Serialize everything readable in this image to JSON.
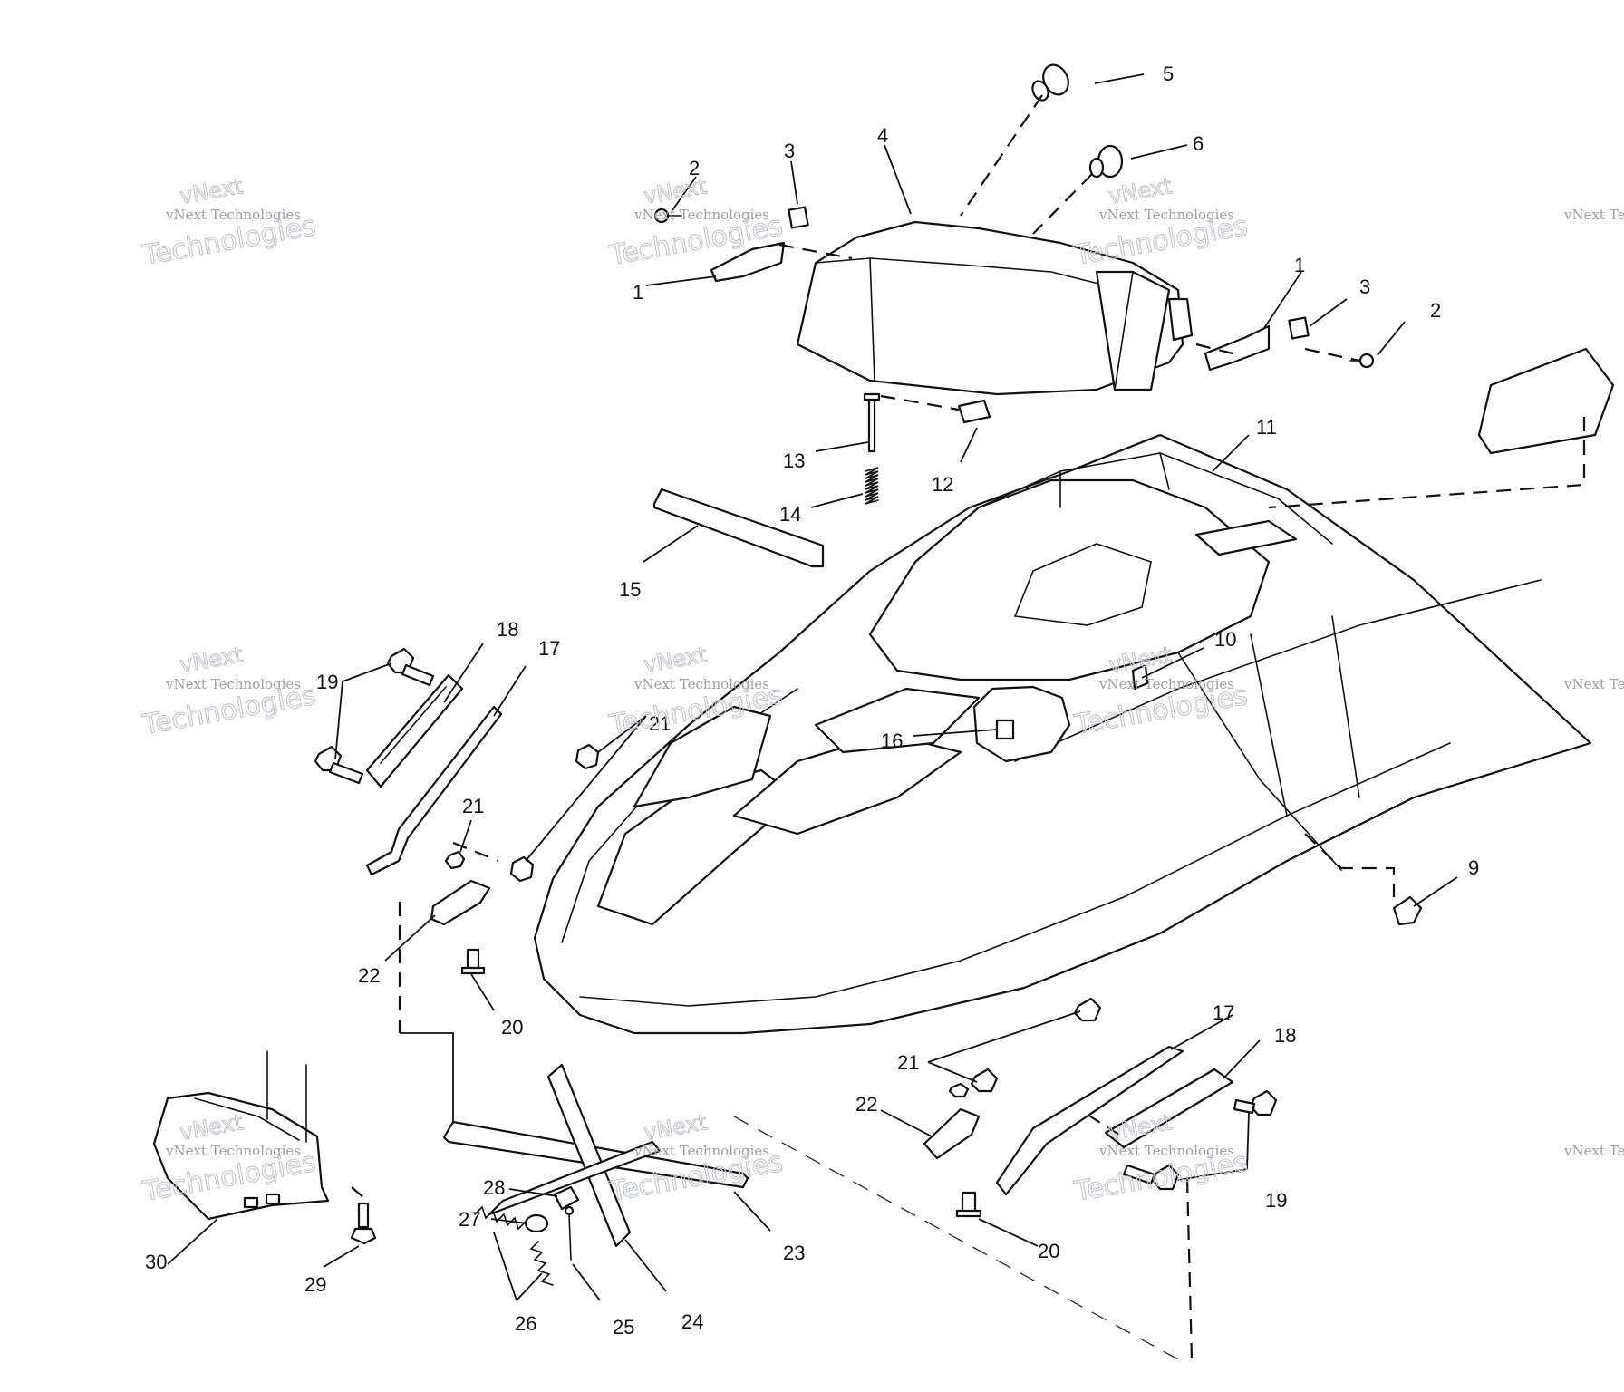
{
  "watermark": {
    "line1": "vNext Technologies",
    "line2": "Technologies",
    "line3": "vNext"
  },
  "callouts": [
    "5",
    "6",
    "4",
    "3",
    "2",
    "1",
    "1",
    "3",
    "2",
    "13",
    "12",
    "11",
    "14",
    "15",
    "18",
    "17",
    "19",
    "10",
    "16",
    "21",
    "21",
    "9",
    "22",
    "20",
    "17",
    "18",
    "21",
    "22",
    "19",
    "28",
    "27",
    "23",
    "20",
    "26",
    "25",
    "24",
    "30",
    "29"
  ]
}
